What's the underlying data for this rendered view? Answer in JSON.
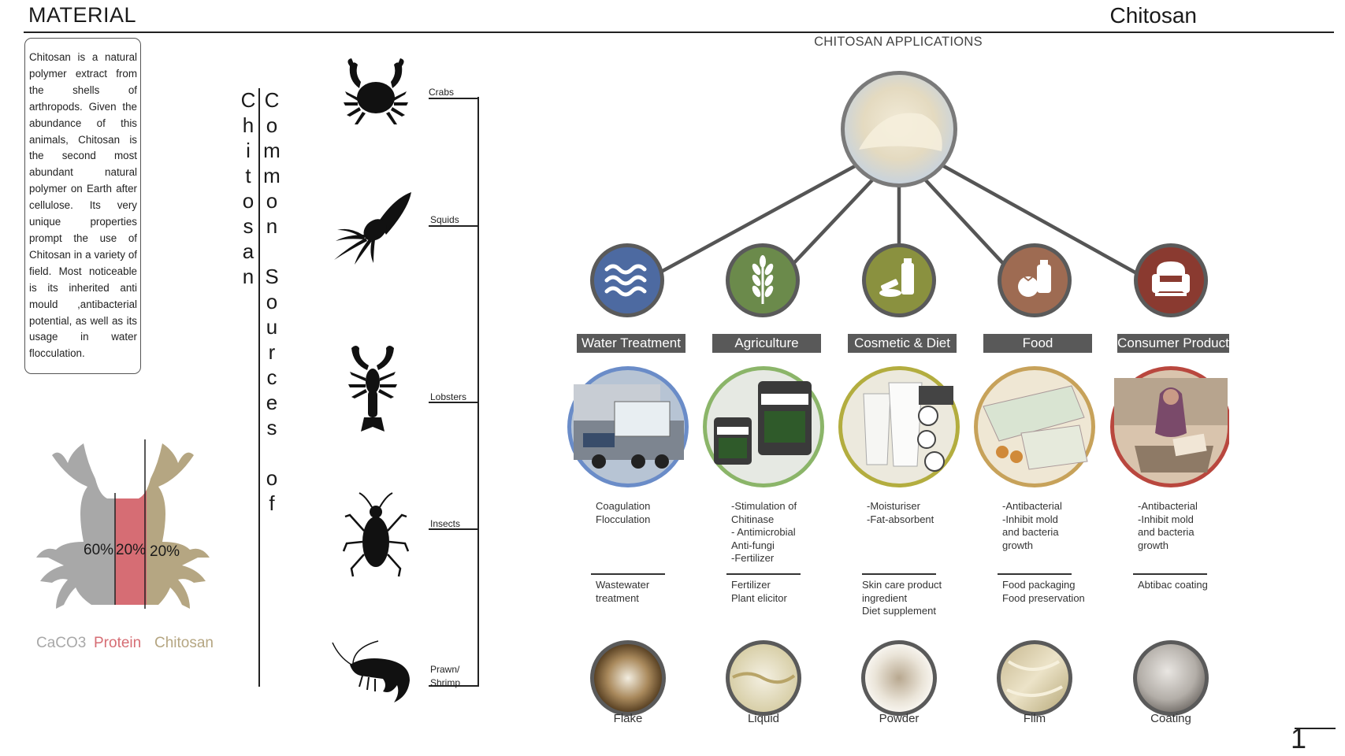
{
  "header": {
    "section": "MATERIAL",
    "topic": "Chitosan"
  },
  "intro": {
    "text": "Chitosan is a natural polymer extract from the shells of arthropods. Given the abundance of this animals, Chitosan is the second most abundant natural polymer on Earth after cellulose. Its very unique properties prompt the use of Chitosan in a variety of field. Most noticeable is its inherited anti mould ,antibacterial potential, as well as its usage in water flocculation."
  },
  "composition": {
    "slices": [
      {
        "label": "CaCO3",
        "percent": "60%",
        "color": "#a8a8a8"
      },
      {
        "label": "Protein",
        "percent": "20%",
        "color": "#d66d74"
      },
      {
        "label": "Chitosan",
        "percent": "20%",
        "color": "#b5a682"
      }
    ]
  },
  "sources": {
    "title": "Common Sources of Chitosan",
    "items": [
      {
        "label": "Crabs",
        "icon": "crab-icon"
      },
      {
        "label": "Squids",
        "icon": "squid-icon"
      },
      {
        "label": "Lobsters",
        "icon": "lobster-icon"
      },
      {
        "label": "Insects",
        "icon": "insect-icon"
      },
      {
        "label": "Prawn/\nShrimp",
        "icon": "shrimp-icon"
      }
    ]
  },
  "applications": {
    "title": "CHITOSAN APPLICATIONS",
    "items": [
      {
        "category": "Water Treatment",
        "icon": "water-waves-icon",
        "color": "#4d6aa1",
        "ring": "#6a8cc8",
        "properties": "Coagulation\nFlocculation",
        "uses": "Wastewater\ntreatment",
        "form": "Flake"
      },
      {
        "category": "Agriculture",
        "icon": "wheat-icon",
        "color": "#6b8a4b",
        "ring": "#8bb569",
        "properties": "-Stimulation of\nChitinase\n- Antimicrobial\nAnti-fungi\n-Fertilizer",
        "uses": "Fertilizer\nPlant elicitor",
        "form": "Liquid"
      },
      {
        "category": "Cosmetic & Diet",
        "icon": "cosmetic-bottle-icon",
        "color": "#8a913f",
        "ring": "#b3ad3f",
        "properties": "-Moisturiser\n-Fat-absorbent",
        "uses": "Skin care product\ningredient\nDiet supplement",
        "form": "Powder"
      },
      {
        "category": "Food",
        "icon": "tomato-bottle-icon",
        "color": "#9e6b52",
        "ring": "#c7a25a",
        "properties": "-Antibacterial\n-Inhibit mold\nand bacteria\ngrowth",
        "uses": "Food packaging\nFood preservation",
        "form": "Film"
      },
      {
        "category": "Consumer Product",
        "icon": "armchair-icon",
        "color": "#8a3a30",
        "ring": "#b9473e",
        "properties": "-Antibacterial\n-Inhibit mold\nand bacteria\ngrowth",
        "uses": "Abtibac coating",
        "form": "Coating"
      }
    ]
  },
  "page": {
    "number": "1"
  }
}
